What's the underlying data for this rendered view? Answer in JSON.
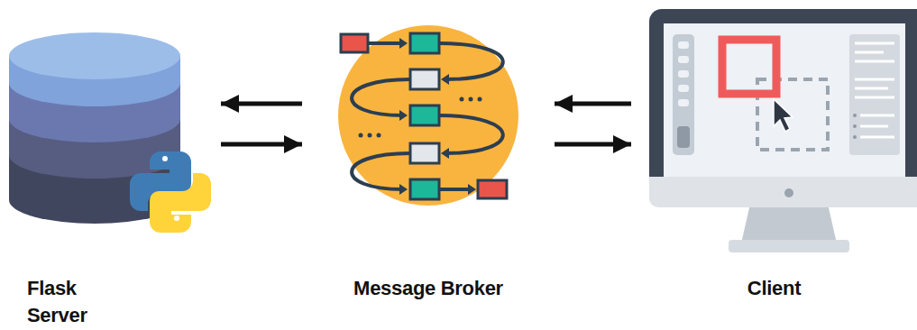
{
  "diagram": {
    "nodes": [
      {
        "text": [
          "Flask Server"
        ]
      },
      {
        "text": [
          "Message Broker"
        ]
      },
      {
        "text": [
          "Client"
        ]
      }
    ],
    "edges": [
      {
        "from": 1,
        "to": 0,
        "arrow": "to"
      },
      {
        "from": 0,
        "to": 1,
        "arrow": "to"
      },
      {
        "from": 2,
        "to": 1,
        "arrow": "to"
      },
      {
        "from": 1,
        "to": 2,
        "arrow": "to"
      }
    ]
  }
}
